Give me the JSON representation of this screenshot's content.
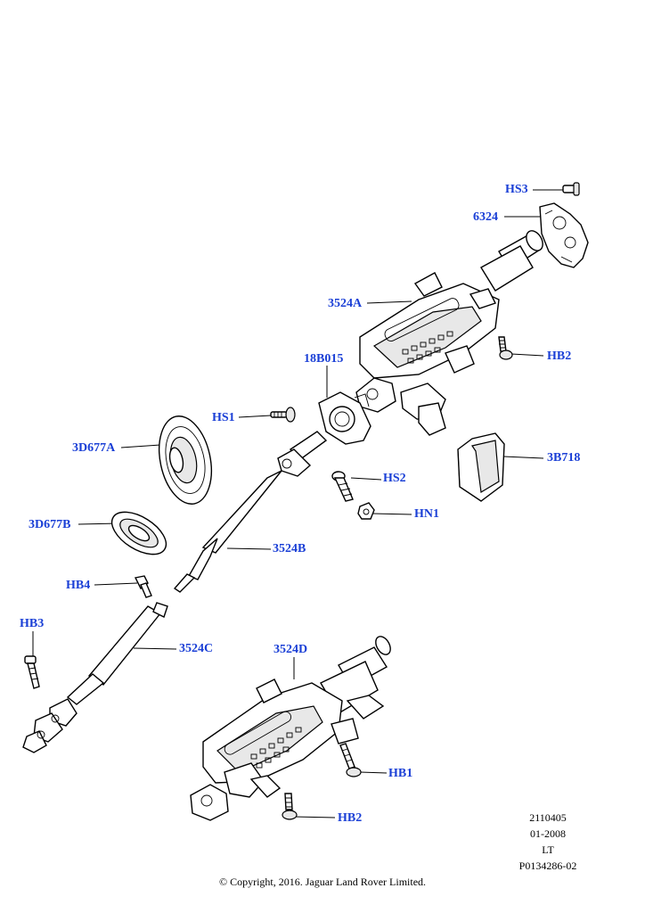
{
  "callouts": {
    "hs3": "HS3",
    "p6324": "6324",
    "p3524a": "3524A",
    "hb2_top": "HB2",
    "p18b015": "18B015",
    "hs1": "HS1",
    "p3d677a": "3D677A",
    "p3b718": "3B718",
    "hs2": "HS2",
    "hn1": "HN1",
    "p3d677b": "3D677B",
    "p3524b": "3524B",
    "hb4": "HB4",
    "hb3": "HB3",
    "p3524c": "3524C",
    "p3524d": "3524D",
    "hb1": "HB1",
    "hb2_bottom": "HB2"
  },
  "meta": {
    "code": "2110405",
    "date": "01-2008",
    "variant": "LT",
    "ref": "P0134286-02"
  },
  "copyright": "© Copyright, 2016. Jaguar Land Rover Limited.",
  "colors": {
    "callout": "#1a3fd6",
    "line": "#000000",
    "background": "#ffffff"
  }
}
